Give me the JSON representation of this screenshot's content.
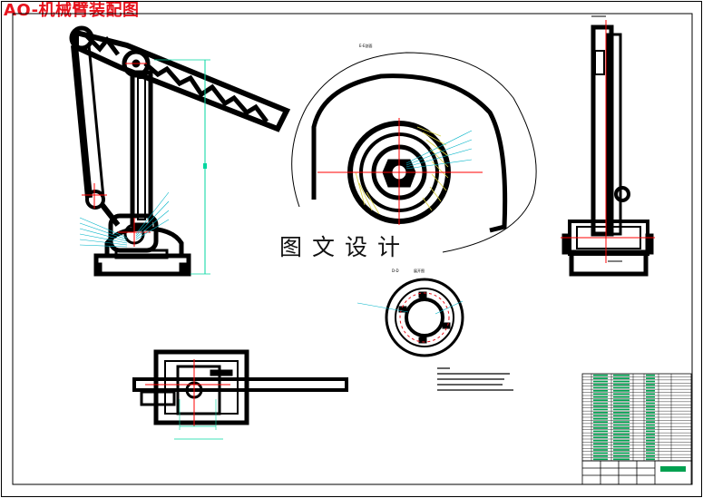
{
  "drawing": {
    "title": "AO-机械臂装配图",
    "watermark": "图文设计",
    "section_label": "E-E剖面",
    "detail_labels": [
      "D-D",
      "展开图"
    ]
  },
  "colors": {
    "title_red": "#e8141e",
    "line_black": "#000000",
    "center_red": "#ff0000",
    "dim_green": "#00d7a0",
    "leader_cyan": "#00b4c8",
    "hatch_yellow": "#d8d040",
    "table_green": "#00a050"
  },
  "parts_table": {
    "rows": 28
  }
}
